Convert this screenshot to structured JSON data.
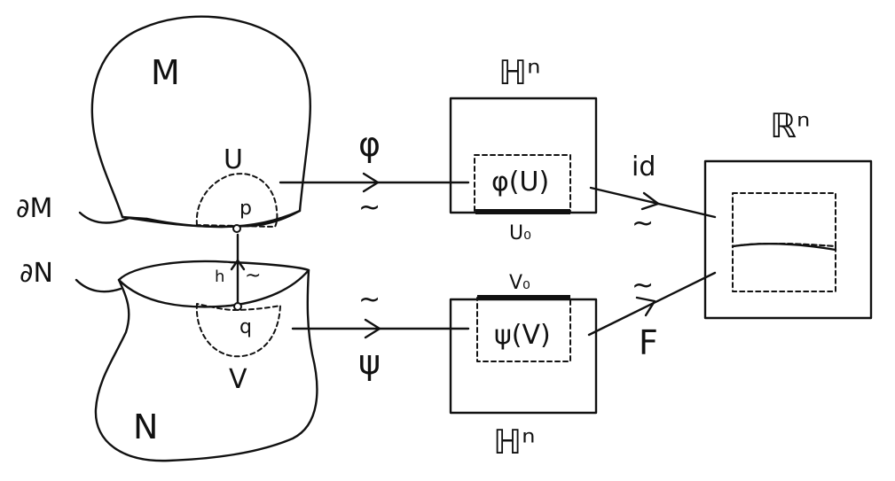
{
  "labels": {
    "M": "M",
    "boundary_M": "∂M",
    "U": "U",
    "p": "p",
    "N": "N",
    "boundary_N": "∂N",
    "V": "V",
    "q": "q",
    "h": "h",
    "h_iso": "~",
    "phi": "φ",
    "phi_iso": "~",
    "psi": "ψ",
    "psi_iso": "~",
    "H_top": "ℍⁿ",
    "H_bottom": "ℍⁿ",
    "phi_U": "φ(U)",
    "psi_V": "ψ(V)",
    "U0": "U₀",
    "V0": "V₀",
    "R": "ℝⁿ",
    "id": "id",
    "id_iso": "~",
    "F": "F",
    "F_iso": "~"
  },
  "colors": {
    "yellow_fill": "#f8f2b6",
    "green_fill": "#a9c68e",
    "ink": "#111111"
  }
}
